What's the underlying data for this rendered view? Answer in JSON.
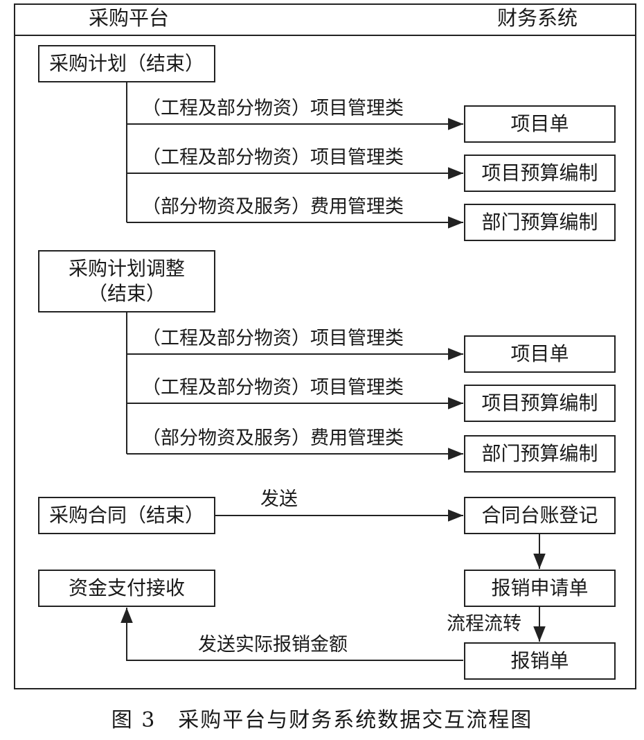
{
  "header": {
    "left": "采购平台",
    "right": "财务系统"
  },
  "sections": [
    {
      "source": {
        "line1": "采购计划（结束）",
        "line2": ""
      },
      "flows": [
        {
          "label": "（工程及部分物资）项目管理类",
          "target": "项目单"
        },
        {
          "label": "（工程及部分物资）项目管理类",
          "target": "项目预算编制"
        },
        {
          "label": "（部分物资及服务）费用管理类",
          "target": "部门预算编制"
        }
      ]
    },
    {
      "source": {
        "line1": "采购计划调整",
        "line2": "（结束）"
      },
      "flows": [
        {
          "label": "（工程及部分物资）项目管理类",
          "target": "项目单"
        },
        {
          "label": "（工程及部分物资）项目管理类",
          "target": "项目预算编制"
        },
        {
          "label": "（部分物资及服务）费用管理类",
          "target": "部门预算编制"
        }
      ]
    }
  ],
  "contract": {
    "source": "采购合同（结束）",
    "send_label": "发送",
    "ledger": "合同台账登记",
    "claim_form": "报销申请单",
    "flow_label": "流程流转",
    "claim": "报销单",
    "return_label": "发送实际报销金额",
    "payment": "资金支付接收"
  },
  "caption": "图 3　采购平台与财务系统数据交互流程图"
}
